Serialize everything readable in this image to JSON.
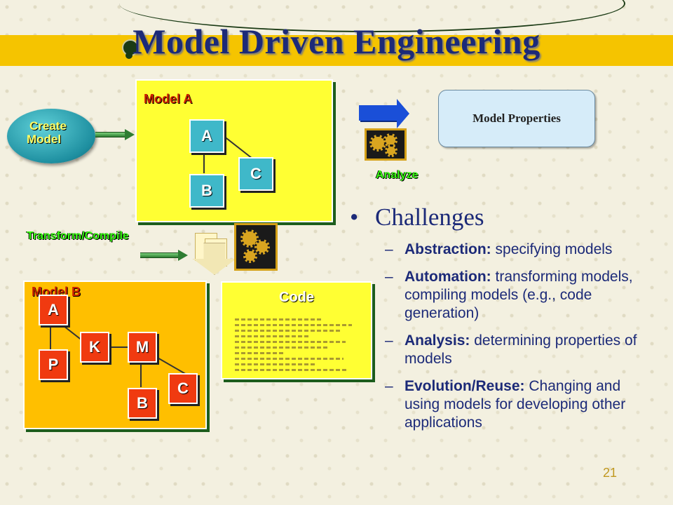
{
  "title": "Model Driven Engineering",
  "create": {
    "line1": "Create",
    "line2": "Model"
  },
  "model_a": {
    "title": "Model A",
    "boxes": [
      "A",
      "B",
      "C"
    ]
  },
  "model_b": {
    "title": "Model B",
    "boxes": [
      "A",
      "P",
      "K",
      "M",
      "B",
      "C"
    ]
  },
  "code_panel": {
    "title": "Code"
  },
  "transform_label": "Transform/Compile",
  "analyze_label": "Analyze",
  "properties_label": "Model Properties",
  "challenges": {
    "heading": "Challenges",
    "items": [
      {
        "key": "Abstraction:",
        "text": " specifying models"
      },
      {
        "key": "Automation:",
        "text": " transforming models, compiling models (e.g., code generation)"
      },
      {
        "key": "Analysis:",
        "text": " determining properties of models"
      },
      {
        "key": "Evolution/Reuse:",
        "text": " Changing and using models for developing other applications"
      }
    ]
  },
  "page_number": "21"
}
